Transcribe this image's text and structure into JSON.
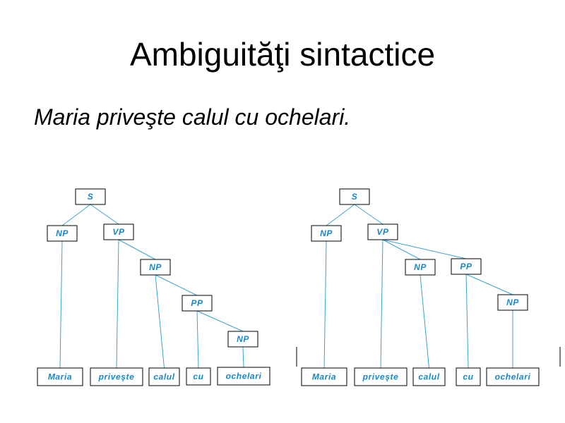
{
  "slide": {
    "title": "Ambiguităţi sintactice",
    "sentence": "Maria priveşte calul cu ochelari."
  },
  "trees": [
    {
      "nodes": [
        {
          "id": "S",
          "label": "S"
        },
        {
          "id": "NP1",
          "label": "NP"
        },
        {
          "id": "VP",
          "label": "VP"
        },
        {
          "id": "NP2",
          "label": "NP"
        },
        {
          "id": "PP",
          "label": "PP"
        },
        {
          "id": "NP3",
          "label": "NP"
        },
        {
          "id": "w1",
          "label": "Maria"
        },
        {
          "id": "w2",
          "label": "priveşte"
        },
        {
          "id": "w3",
          "label": "calul"
        },
        {
          "id": "w4",
          "label": "cu"
        },
        {
          "id": "w5",
          "label": "ochelari"
        }
      ],
      "edges": [
        [
          "S",
          "NP1"
        ],
        [
          "S",
          "VP"
        ],
        [
          "NP1",
          "w1"
        ],
        [
          "VP",
          "w2"
        ],
        [
          "VP",
          "NP2"
        ],
        [
          "NP2",
          "w3"
        ],
        [
          "NP2",
          "PP"
        ],
        [
          "PP",
          "w4"
        ],
        [
          "PP",
          "NP3"
        ],
        [
          "NP3",
          "w5"
        ]
      ]
    },
    {
      "nodes": [
        {
          "id": "S",
          "label": "S"
        },
        {
          "id": "NP1",
          "label": "NP"
        },
        {
          "id": "VP",
          "label": "VP"
        },
        {
          "id": "NP2",
          "label": "NP"
        },
        {
          "id": "PP",
          "label": "PP"
        },
        {
          "id": "NP3",
          "label": "NP"
        },
        {
          "id": "w1",
          "label": "Maria"
        },
        {
          "id": "w2",
          "label": "priveşte"
        },
        {
          "id": "w3",
          "label": "calul"
        },
        {
          "id": "w4",
          "label": "cu"
        },
        {
          "id": "w5",
          "label": "ochelari"
        }
      ],
      "edges": [
        [
          "S",
          "NP1"
        ],
        [
          "S",
          "VP"
        ],
        [
          "NP1",
          "w1"
        ],
        [
          "VP",
          "w2"
        ],
        [
          "VP",
          "NP2"
        ],
        [
          "VP",
          "PP"
        ],
        [
          "NP2",
          "w3"
        ],
        [
          "PP",
          "w4"
        ],
        [
          "PP",
          "NP3"
        ],
        [
          "NP3",
          "w5"
        ]
      ]
    }
  ]
}
